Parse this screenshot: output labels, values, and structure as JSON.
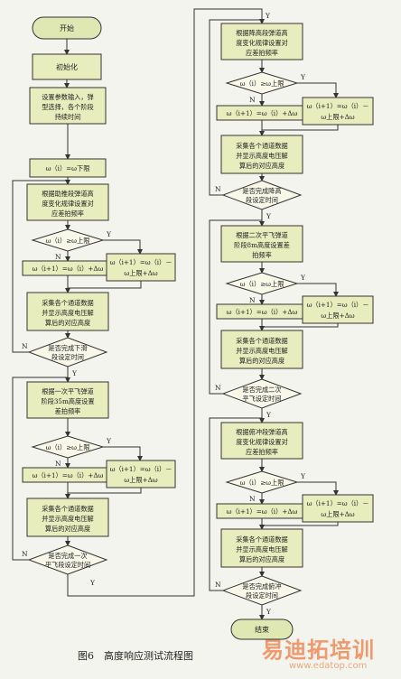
{
  "nodes": {
    "start": "开始",
    "init": "初始化",
    "setup": [
      "设置参数输入，弹",
      "型选择，各个阶段",
      "持续时间"
    ],
    "assign_low": "ω（i）=ω下限",
    "L1": {
      "rate": [
        "根据助推段弹道高",
        "度变化规律设置对",
        "应差拍频率"
      ],
      "dec": "ω（i）≥ω上限",
      "inc": "ω（i+1）=ω（i）+Δω",
      "dec_ops": [
        "ω（i+1）=ω（i）－",
        "ω上限+Δω"
      ],
      "collect": [
        "采集各个通道数据",
        "并显示高度电压解",
        "算后的对应高度"
      ],
      "check": [
        "是否完成下滑",
        "段设定时间"
      ]
    },
    "L2": {
      "rate": [
        "根据一次平飞弹道",
        "阶段35m高度设置",
        "差拍频率"
      ],
      "dec": "ω（i）≥ω上限",
      "inc": "ω（i+1）=ω（i）+Δω",
      "dec_ops": [
        "ω（i+1）=ω（i）－",
        "ω上限+Δω"
      ],
      "collect": [
        "采集各个通道数据",
        "并显示高度电压解",
        "算后的对应高度"
      ],
      "check": [
        "是否完成一次",
        "平飞段设定时间"
      ]
    },
    "R1": {
      "rate": [
        "根据降高段弹道高",
        "度变化规律设置对",
        "应差拍频率"
      ],
      "dec": "ω（i）≥ω上限",
      "inc": "ω（i+1）=ω（i）+Δω",
      "dec_ops": [
        "ω（i+1）=ω（i）－",
        "ω上限+Δω"
      ],
      "collect": [
        "采集各个通道数据",
        "并显示高度电压解",
        "算后的对应高度"
      ],
      "check": [
        "是否完成降高",
        "段设定时间"
      ]
    },
    "R2": {
      "rate": [
        "根据二次平飞弹道",
        "阶段8m高度设置差",
        "拍频率"
      ],
      "dec": "ω（i）≥ω上限",
      "inc": "ω（i+1）=ω（i）+Δω",
      "dec_ops": [
        "ω（i+1）=ω（i）－",
        "ω上限+Δω"
      ],
      "collect": [
        "采集各个通道数据",
        "并显示高度电压解",
        "算后的对应高度"
      ],
      "check": [
        "是否完成二次",
        "平飞设定时间"
      ]
    },
    "R3": {
      "rate": [
        "根据俯冲段弹道高",
        "度变化规律设置对",
        "应差拍频率"
      ],
      "dec": "ω（i）≥ω上限",
      "inc": "ω（i+1）=ω（i）+Δω",
      "dec_ops": [
        "ω（i+1）=ω（i）－",
        "ω上限+Δω"
      ],
      "collect": [
        "采集各个通道数据",
        "并显示高度电压解",
        "算后的对应高度"
      ],
      "check": [
        "是否完成俯冲",
        "段设定时间"
      ]
    },
    "end": "结束"
  },
  "labels": {
    "yes": "Y",
    "no": "N"
  },
  "caption": "图6　高度响应测试流程图",
  "watermark": {
    "text": "易迪拓培训",
    "url": "www.edatop.com"
  }
}
